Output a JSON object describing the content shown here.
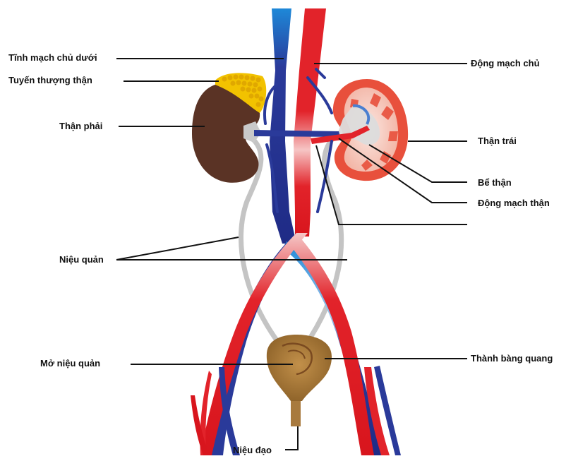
{
  "labels": {
    "inferior_vena_cava": "Tĩnh mạch chủ dưới",
    "adrenal_gland": "Tuyến thượng thận",
    "right_kidney": "Thận phải",
    "aorta": "Động mạch chủ",
    "left_kidney": "Thận trái",
    "renal_pelvis": "Bể thận",
    "renal_artery": "Động mạch thận",
    "ureter": "Niệu quản",
    "ureteral_orifice": "Mở niệu quản",
    "bladder_wall": "Thành bàng quang",
    "urethra": "Niệu đạo"
  },
  "colors": {
    "artery": "#e2232a",
    "vein": "#2a3a9a",
    "vein_light": "#1e88d8",
    "kidney_right": "#5a3325",
    "kidney_left_outer": "#e8503c",
    "kidney_left_inner": "#f5d2c8",
    "adrenal": "#f2c200",
    "ureter": "#c8c8c8",
    "bladder": "#a87a3e",
    "leader_line": "#111111"
  }
}
